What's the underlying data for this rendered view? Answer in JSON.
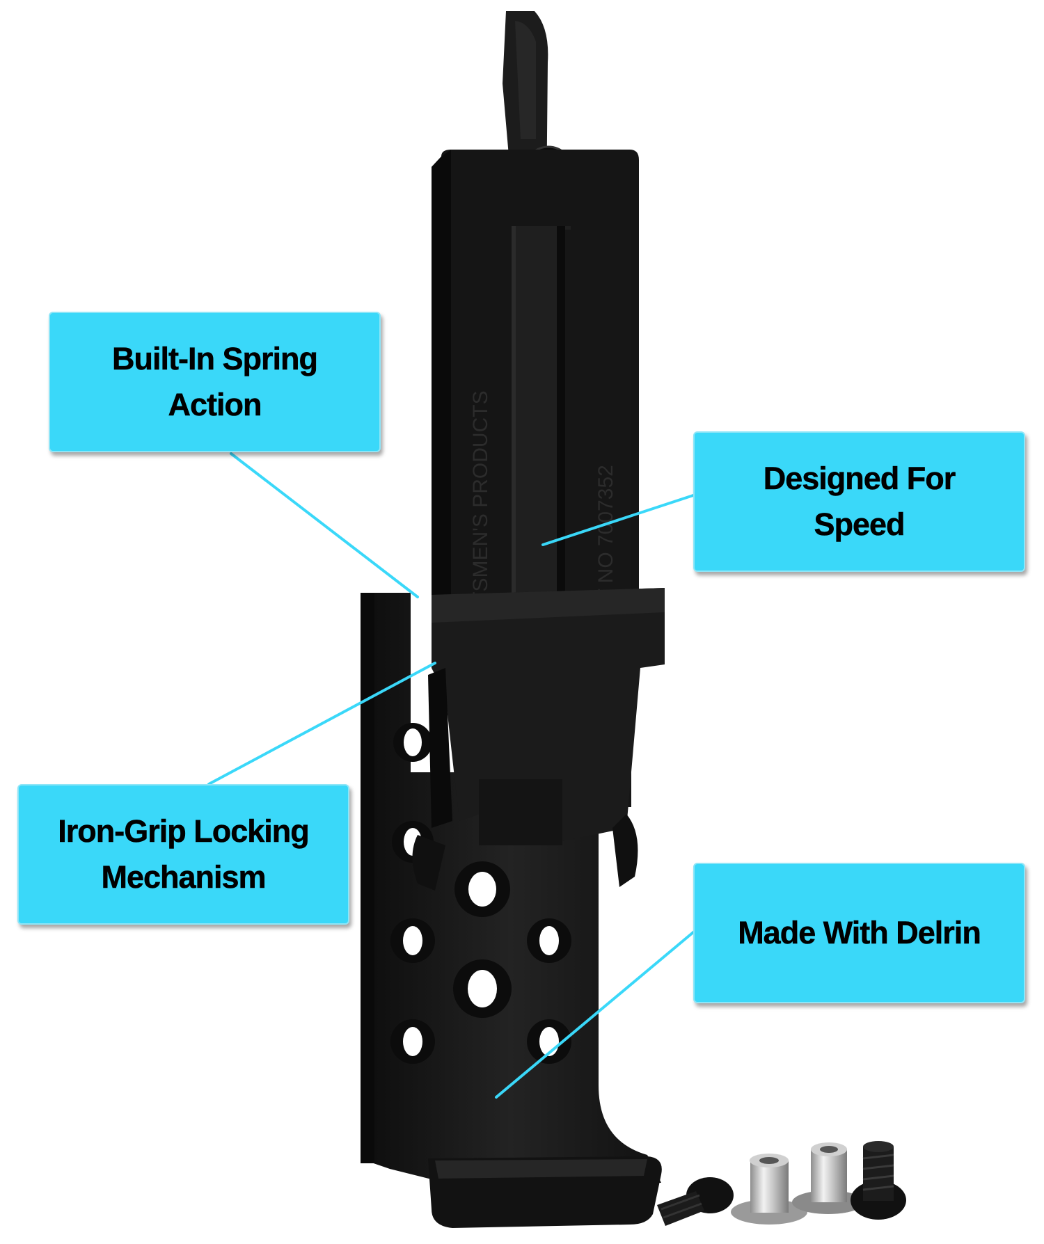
{
  "callouts": {
    "spring": "Built-In Spring\nAction",
    "speed": "Designed For\nSpeed",
    "lock": "Iron-Grip Locking\nMechanism",
    "delrin": "Made With Delrin"
  },
  "product_engraving": {
    "maker_text": "AMERICAN SPORTSMEN'S PRODUCTS",
    "patent_text": "PAT NO 7007352"
  },
  "colors": {
    "callout_fill": "#3ad8f9",
    "leader_line": "#3ad8f9",
    "product_body": "#1a1a1a",
    "background": "#ffffff"
  }
}
